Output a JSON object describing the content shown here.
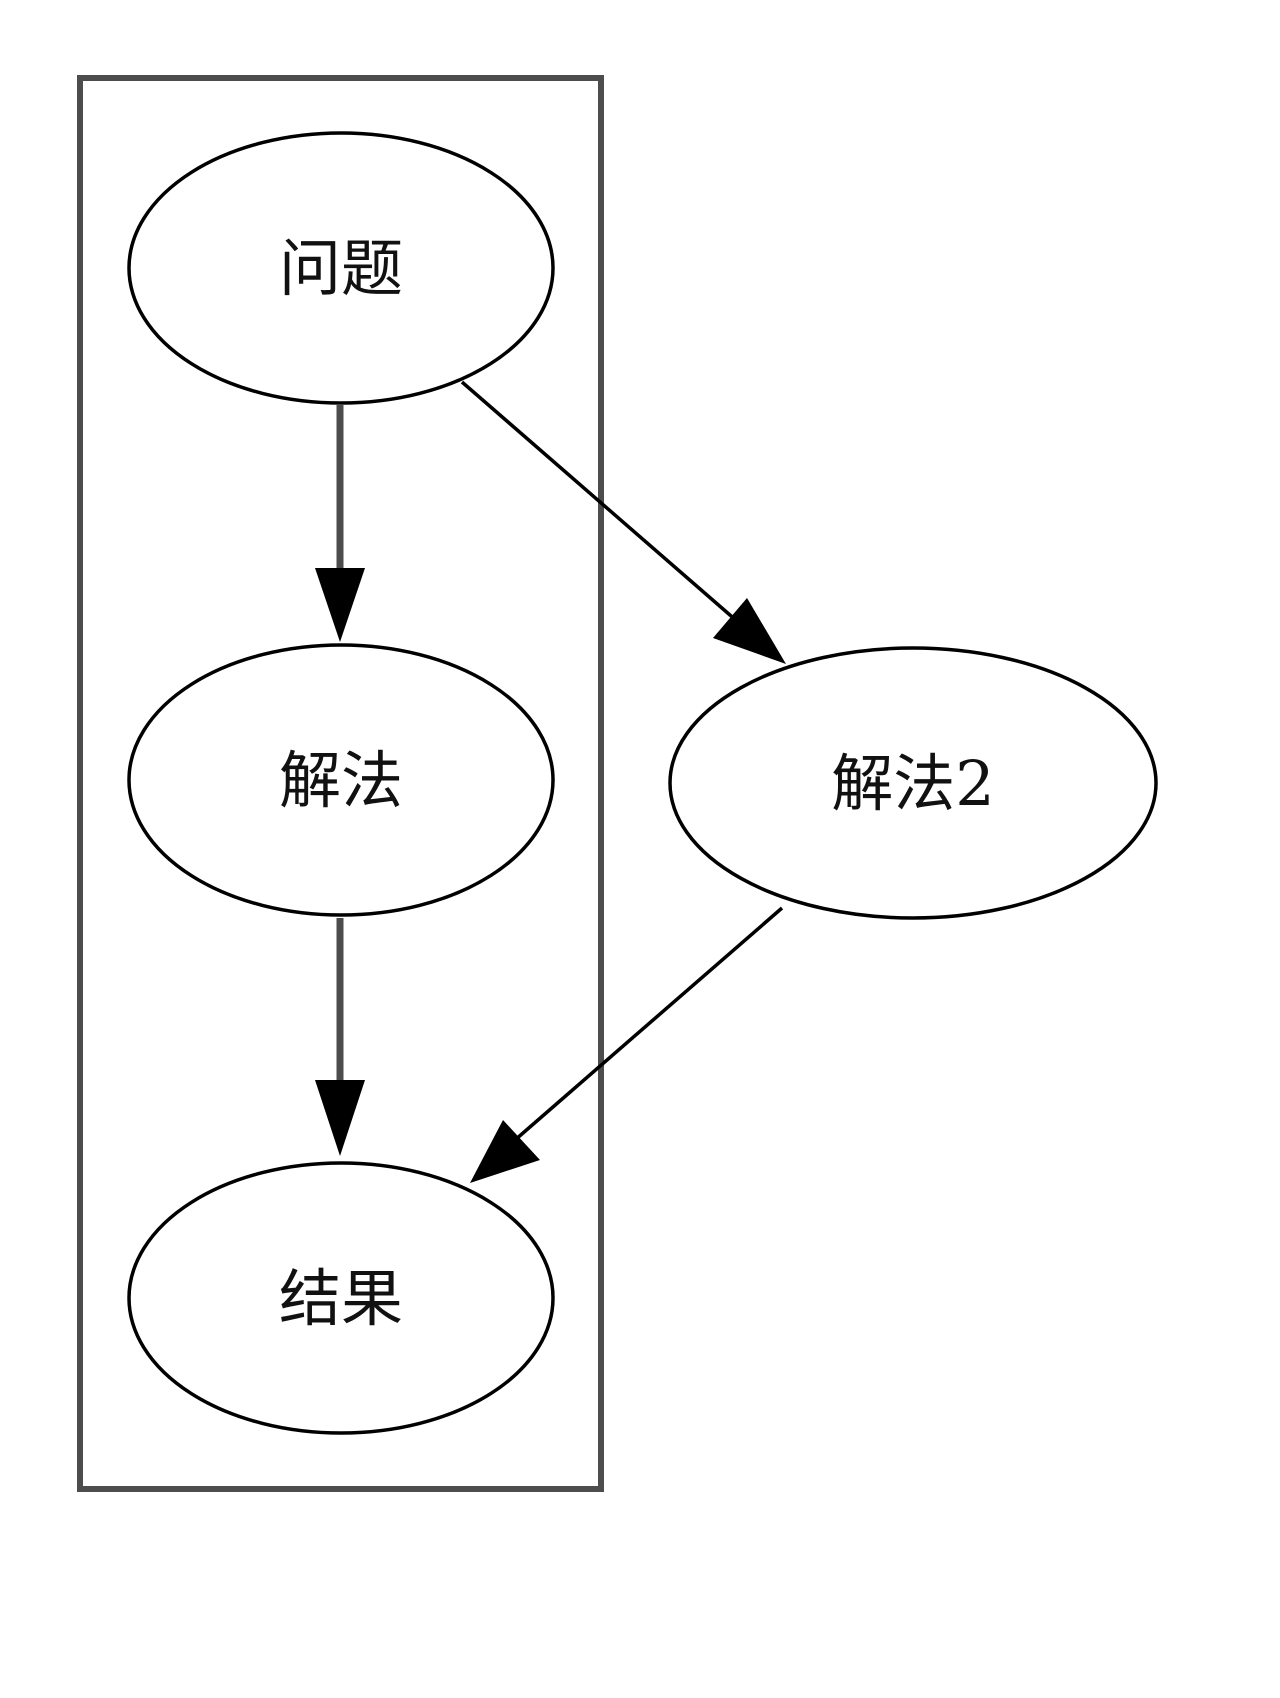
{
  "diagram": {
    "type": "graph",
    "cluster": {
      "label": ""
    },
    "nodes": [
      {
        "id": "wenti",
        "label": "问题",
        "in_cluster": true
      },
      {
        "id": "jiefa",
        "label": "解法",
        "in_cluster": true
      },
      {
        "id": "jiefa2",
        "label": "解法2",
        "in_cluster": false
      },
      {
        "id": "jieguo",
        "label": "结果",
        "in_cluster": true
      }
    ],
    "edges": [
      {
        "from": "wenti",
        "to": "jiefa"
      },
      {
        "from": "wenti",
        "to": "jiefa2"
      },
      {
        "from": "jiefa",
        "to": "jieguo"
      },
      {
        "from": "jiefa2",
        "to": "jieguo"
      }
    ],
    "colors": {
      "cluster_border": "#4d4d4d",
      "node_stroke": "#000000",
      "edge_in_cluster": "#4d4d4d",
      "edge": "#000000",
      "arrowhead": "#000000"
    }
  }
}
